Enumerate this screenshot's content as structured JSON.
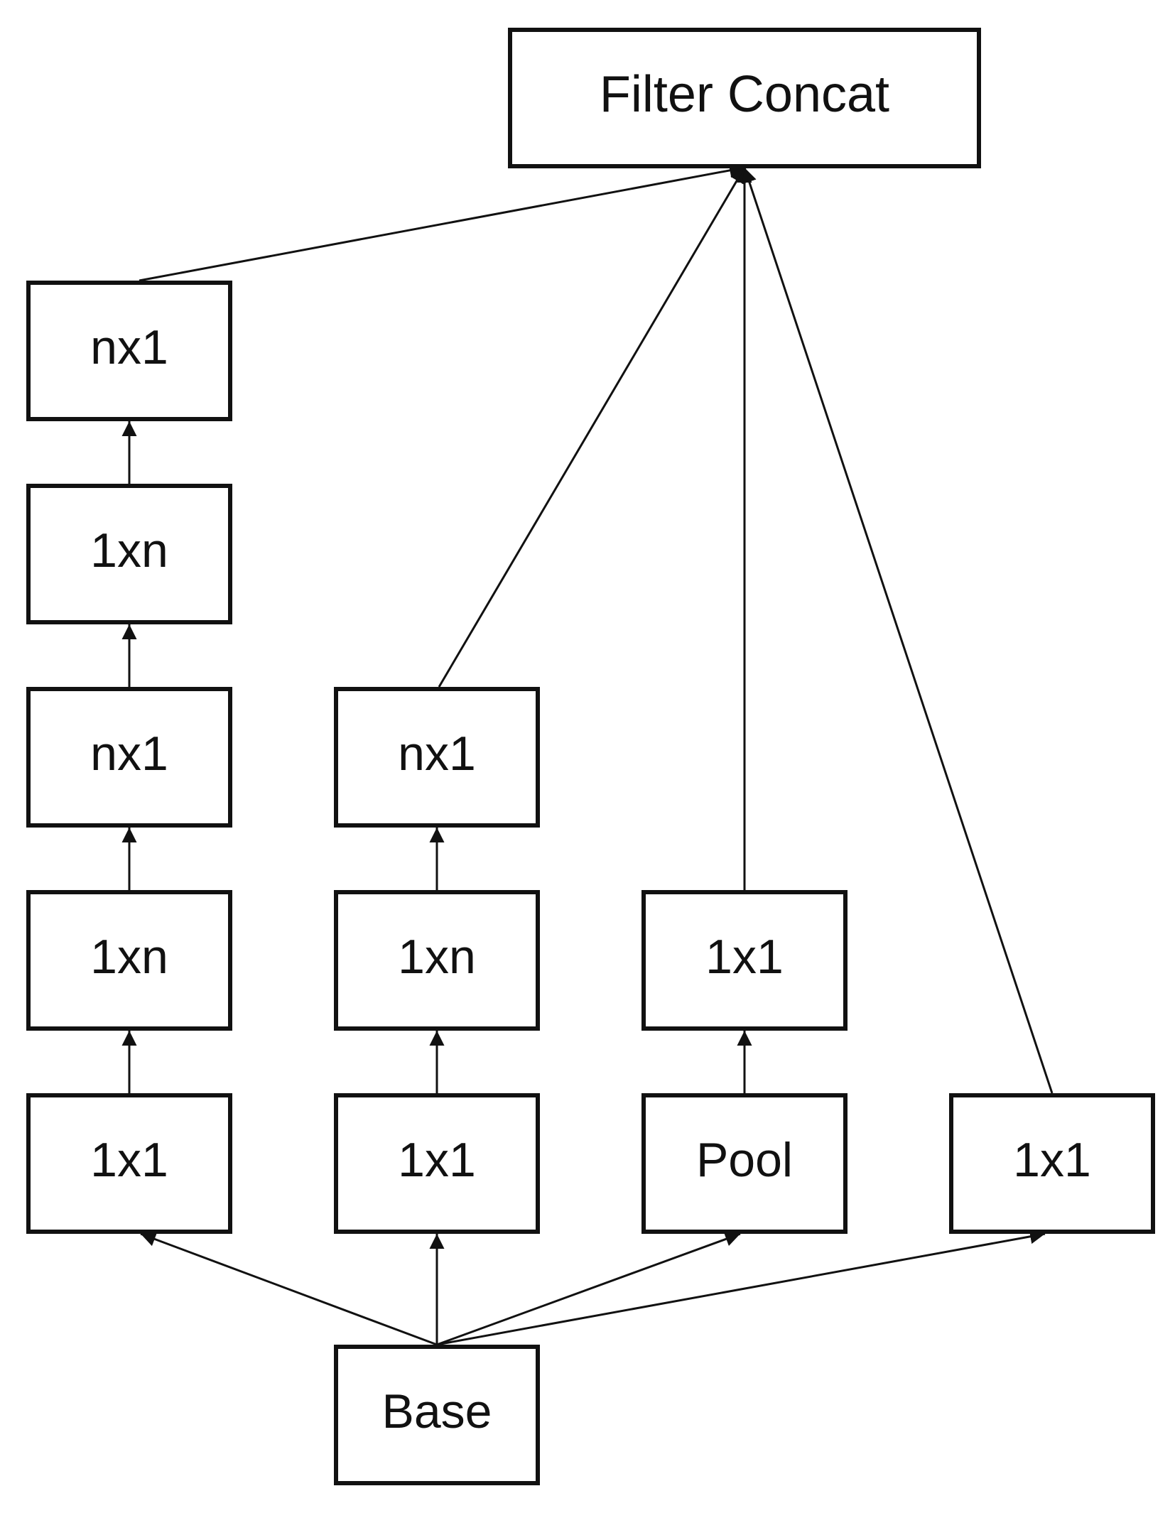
{
  "diagram": {
    "nodes": [
      {
        "id": "filter-concat",
        "label": "Filter Concat"
      },
      {
        "id": "a1-nx1-top",
        "label": "nx1"
      },
      {
        "id": "a2-1xn",
        "label": "1xn"
      },
      {
        "id": "a3-nx1",
        "label": "nx1"
      },
      {
        "id": "a4-1xn",
        "label": "1xn"
      },
      {
        "id": "a5-1x1",
        "label": "1x1"
      },
      {
        "id": "b1-nx1",
        "label": "nx1"
      },
      {
        "id": "b2-1xn",
        "label": "1xn"
      },
      {
        "id": "b3-1x1",
        "label": "1x1"
      },
      {
        "id": "c1-1x1",
        "label": "1x1"
      },
      {
        "id": "c2-pool",
        "label": "Pool"
      },
      {
        "id": "d1-1x1",
        "label": "1x1"
      },
      {
        "id": "base",
        "label": "Base"
      }
    ],
    "edges": [
      {
        "from": "base",
        "to": "a5-1x1"
      },
      {
        "from": "base",
        "to": "b3-1x1"
      },
      {
        "from": "base",
        "to": "c2-pool"
      },
      {
        "from": "base",
        "to": "d1-1x1"
      },
      {
        "from": "a5-1x1",
        "to": "a4-1xn"
      },
      {
        "from": "a4-1xn",
        "to": "a3-nx1"
      },
      {
        "from": "a3-nx1",
        "to": "a2-1xn"
      },
      {
        "from": "a2-1xn",
        "to": "a1-nx1-top"
      },
      {
        "from": "a1-nx1-top",
        "to": "filter-concat"
      },
      {
        "from": "b3-1x1",
        "to": "b2-1xn"
      },
      {
        "from": "b2-1xn",
        "to": "b1-nx1"
      },
      {
        "from": "b1-nx1",
        "to": "filter-concat"
      },
      {
        "from": "c2-pool",
        "to": "c1-1x1"
      },
      {
        "from": "c1-1x1",
        "to": "filter-concat"
      },
      {
        "from": "d1-1x1",
        "to": "filter-concat"
      }
    ]
  }
}
